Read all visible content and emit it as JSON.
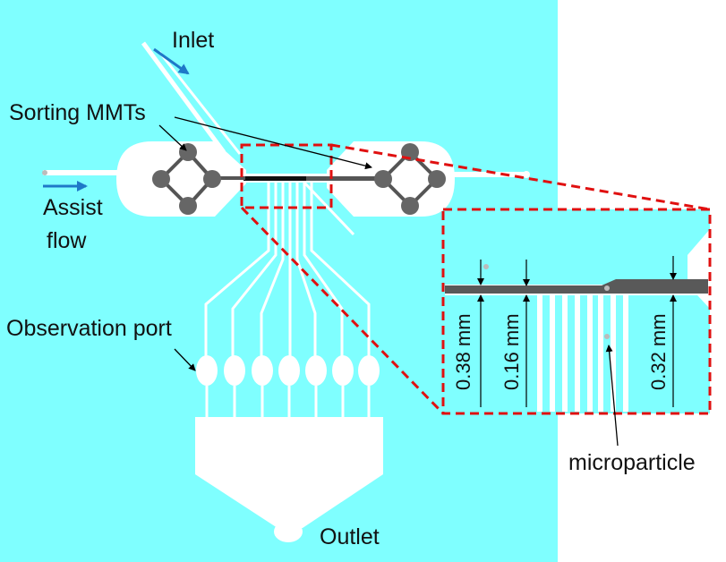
{
  "labels": {
    "inlet": "Inlet",
    "sorting": "Sorting MMTs",
    "assist_line1": "Assist",
    "assist_line2": "flow",
    "observation": "Observation port",
    "outlet": "Outlet",
    "microparticle": "microparticle",
    "dim_038": "0.38 mm",
    "dim_016": "0.16 mm",
    "dim_032": "0.32 mm"
  },
  "colors": {
    "chip": "#7fffff",
    "channel": "#ffffff",
    "node": "#666666",
    "bar": "#595959",
    "zoom_box": "#e01010",
    "flow_arrow": "#1f78c8"
  }
}
